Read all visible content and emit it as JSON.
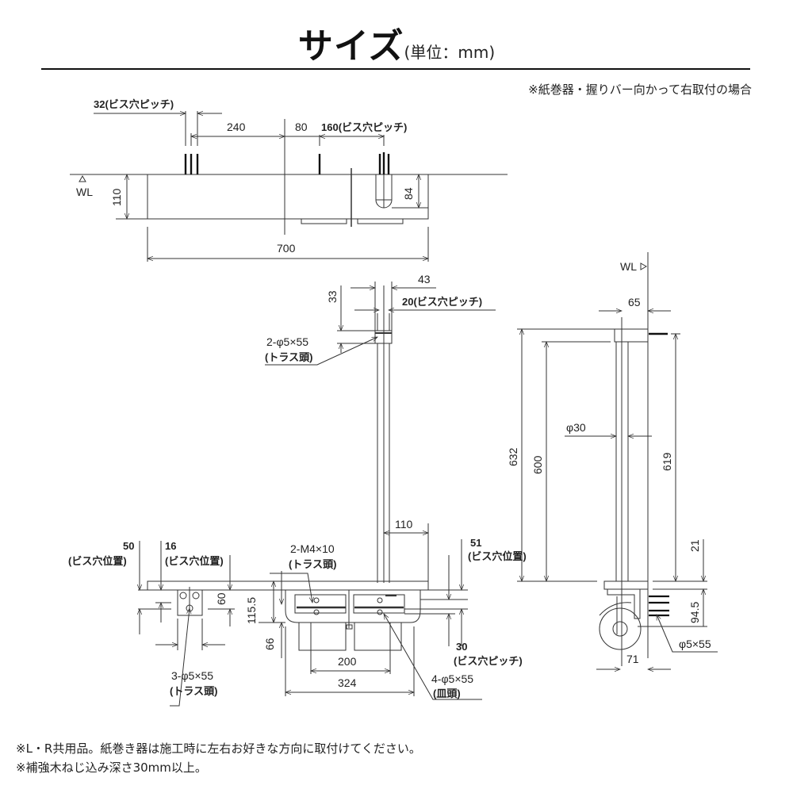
{
  "header": {
    "title": "サイズ",
    "unit": "(単位：mm)",
    "note": "※紙巻器・握りバー向かって右取付の場合"
  },
  "top_view": {
    "wl_label": "WL",
    "dims": {
      "screw_pitch_left": "32(ビス穴ピッチ)",
      "d240": "240",
      "d80": "80",
      "screw_pitch_right": "160(ビス穴ピッチ)",
      "height": "110",
      "socket_depth": "84",
      "width": "700"
    }
  },
  "front_view": {
    "dims": {
      "d33": "33",
      "d43": "43",
      "pitch20": "20(ビス穴ピッチ)",
      "screw_top_1": "2-φ5×55",
      "screw_top_2": "(トラス頭)",
      "d110": "110",
      "d50": "50",
      "d50_note": "(ビス穴位置)",
      "d16": "16",
      "d16_note": "(ビス穴位置)",
      "d60": "60",
      "d115_5": "115.5",
      "d66": "66",
      "screw_left_1": "3-φ5×55",
      "screw_left_2": "(トラス頭)",
      "m4_1": "2-M4×10",
      "m4_2": "(トラス頭)",
      "d200": "200",
      "d324": "324",
      "d51": "51",
      "d51_note": "(ビス穴位置)",
      "d30": "30",
      "d30_note": "(ビス穴ピッチ)",
      "screw_right_1": "4-φ5×55",
      "screw_right_2": "(皿頭)"
    }
  },
  "side_view": {
    "wl_label": "WL",
    "dims": {
      "d65": "65",
      "phi30": "φ30",
      "d632": "632",
      "d600": "600",
      "d619": "619",
      "d21": "21",
      "d94_5": "94.5",
      "screw": "φ5×55",
      "d71": "71"
    }
  },
  "footer": {
    "line1": "※L・R共用品。紙巻き器は施工時に左右お好きな方向に取付けてください。",
    "line2": "※補強木ねじ込み深さ30mm以上。"
  }
}
